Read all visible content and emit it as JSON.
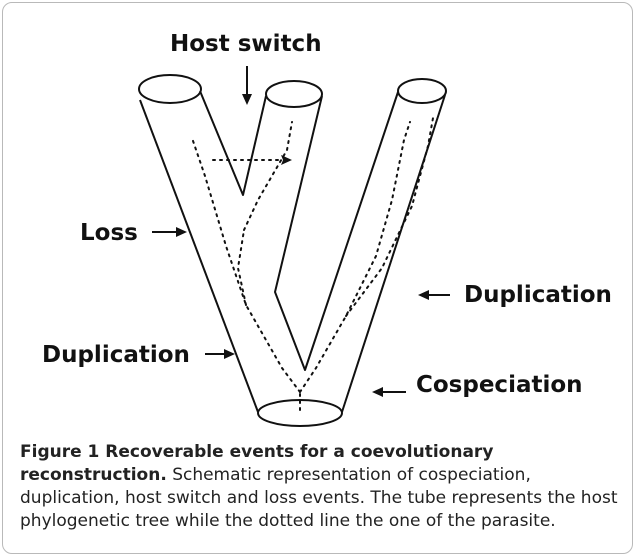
{
  "labels": {
    "host_switch": "Host switch",
    "loss": "Loss",
    "duplication_left": "Duplication",
    "duplication_right": "Duplication",
    "cospeciation": "Cospeciation"
  },
  "caption": {
    "title": "Figure 1 Recoverable events for a coevolutionary reconstruction.",
    "body": "Schematic representation of cospeciation, duplication, host switch and loss events. The tube represents the host phylogenetic tree while the dotted line the one of the parasite."
  },
  "colors": {
    "line": "#111111",
    "frame_border": "#b9b9b9"
  }
}
